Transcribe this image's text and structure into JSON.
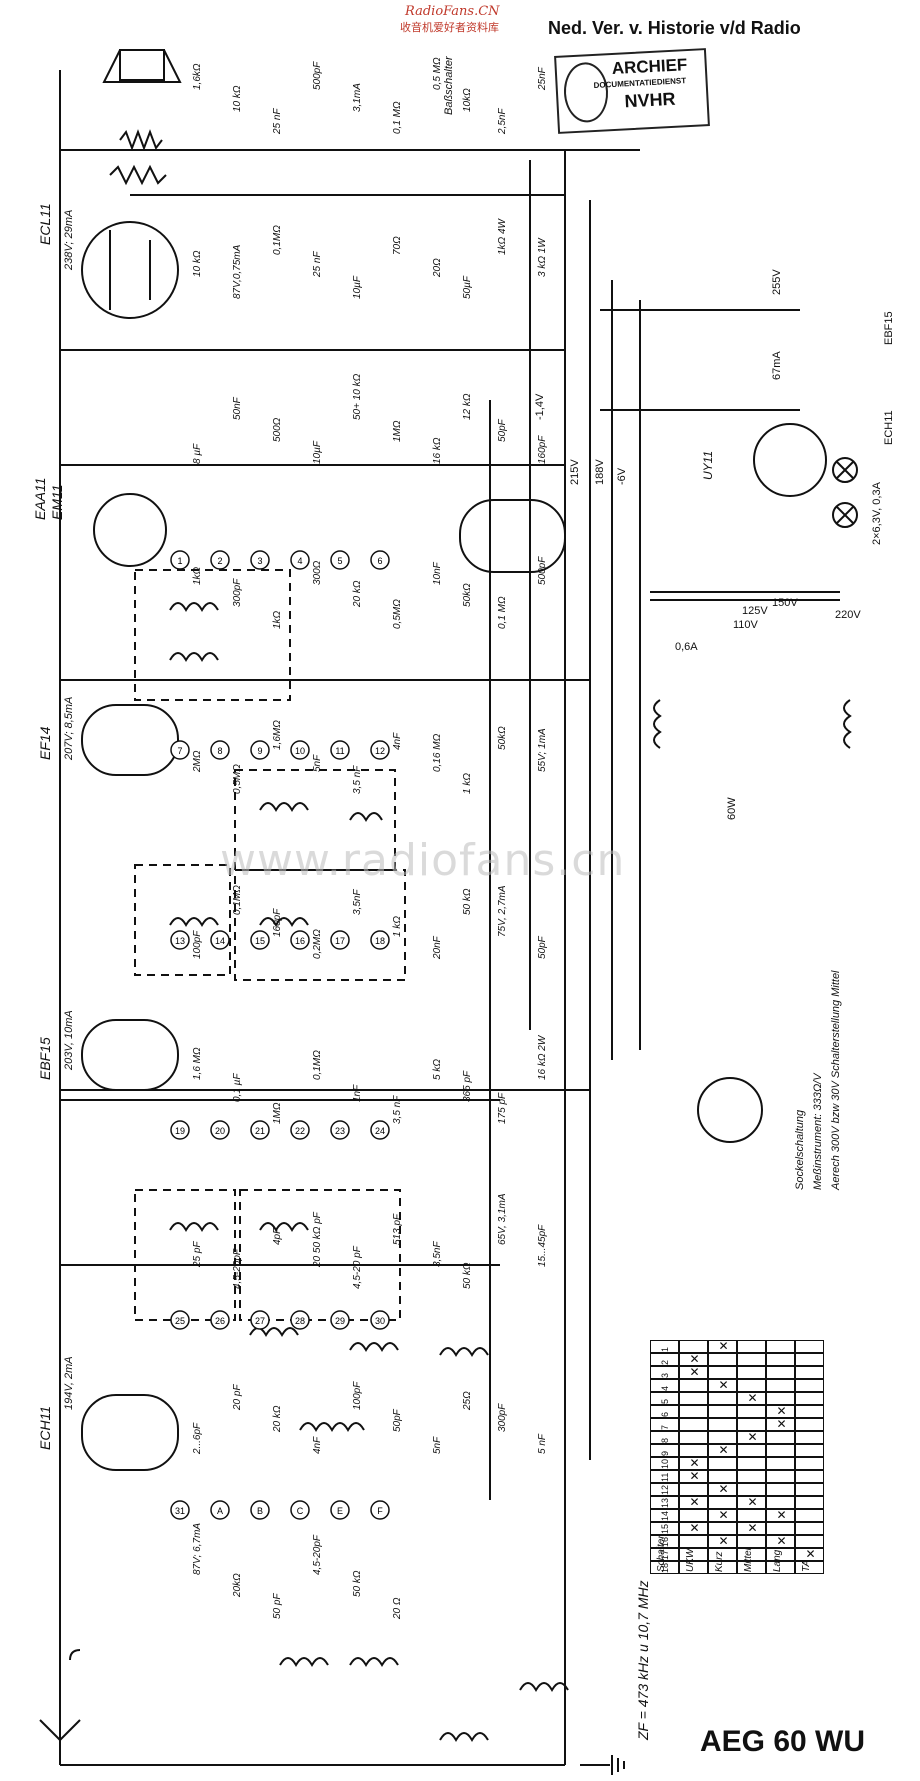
{
  "header": {
    "site_name": "RadioFans.CN",
    "site_subtitle": "收音机爱好者资料库",
    "archive_note": "Ned. Ver. v. Historie v/d Radio",
    "stamp_title": "ARCHIEF",
    "stamp_subtitle": "DOCUMENTATIEDIENST",
    "stamp_org": "NVHR"
  },
  "watermark": "www.radiofans.cn",
  "footer": {
    "model": "AEG 60 WU",
    "if_note": "ZF = 473 kHz u 10,7 MHz"
  },
  "tubes": [
    {
      "name": "ECL11",
      "op": "238V; 29mA"
    },
    {
      "name": "EAA11",
      "op": ""
    },
    {
      "name": "EM11",
      "op": ""
    },
    {
      "name": "EF14",
      "op": "207V; 8,5mA"
    },
    {
      "name": "EBF15",
      "op": "203V, 10mA"
    },
    {
      "name": "ECH11",
      "op": "194V, 2mA"
    },
    {
      "name": "UY11",
      "op": ""
    }
  ],
  "power": {
    "rails": [
      "215V",
      "188V",
      "-6V",
      "-1,4V",
      "255V"
    ],
    "mains": [
      "110V",
      "125V",
      "150V",
      "220V"
    ],
    "fuse": "0,6A",
    "lamp": "60W",
    "pilot": "2×6,3V, 0,3A",
    "supply_current": "67mA"
  },
  "labels": {
    "speaker_switch": "Baßschalter",
    "socket_title": "Sockelschaltung",
    "meter_note": "Meßinstrument: 333Ω/V",
    "range_note": "Aerech 300V bzw 30V   Schalterstellung Mittel",
    "ebf15_side": "EBF15",
    "ech11_side": "ECH11"
  },
  "parts": [
    "1,6kΩ",
    "10 kΩ",
    "25 nF",
    "500pF",
    "3,1mA",
    "0,1 MΩ",
    "0,5 MΩ",
    "10kΩ",
    "2,5nF",
    "25nF",
    "10 kΩ",
    "87V,0,75mA",
    "0,1MΩ",
    "25 nF",
    "10µF",
    "70Ω",
    "20Ω",
    "50µF",
    "1kΩ 4W",
    "3 kΩ 1W",
    "8 µF",
    "50nF",
    "500Ω",
    "10µF",
    "50+ 10 kΩ",
    "1MΩ",
    "16 kΩ",
    "12 kΩ",
    "50pF",
    "160pF",
    "1kΩ",
    "300pF",
    "1kΩ",
    "300Ω",
    "20 kΩ",
    "0,5MΩ",
    "10nF",
    "50kΩ",
    "0,1 MΩ",
    "500pF",
    "2MΩ",
    "0,5MΩ",
    "1,6MΩ",
    "5nF",
    "3,5 nF",
    "4nF",
    "0,16 MΩ",
    "1 kΩ",
    "50kΩ",
    "55V; 1mA",
    "100pF",
    "0,1MΩ",
    "160pF",
    "0,2MΩ",
    "3,5nF",
    "1 kΩ",
    "20nF",
    "50 kΩ",
    "75V, 2,7mA",
    "50pF",
    "1,6 MΩ",
    "0,1 µF",
    "1MΩ",
    "0,1MΩ",
    "1nF",
    "3,5 nF",
    "5 kΩ",
    "365 pF",
    "175 pF",
    "16 kΩ 2W",
    "25 pF",
    "4,5-20pF",
    "4pF",
    "20 50 kΩ pF",
    "4,5-20 pF",
    "513 pF",
    "3,5nF",
    "50 kΩ",
    "65V, 3,1mA",
    "15...45pF",
    "2...6pF",
    "20 pF",
    "20 kΩ",
    "4nF",
    "100pF",
    "50pF",
    "5nF",
    "25Ω",
    "300pF",
    "5 nF",
    "87V; 6,7mA",
    "20kΩ",
    "50 pF",
    "4,5-20pF",
    "50 kΩ",
    "20 Ω"
  ],
  "switch_table": {
    "rows": [
      "Schalter",
      "UKW",
      "Kurz",
      "Mittel",
      "Lang",
      "TA"
    ],
    "cols": [
      "1",
      "2",
      "3",
      "4",
      "5",
      "6",
      "7",
      "8",
      "9",
      "10",
      "11",
      "12",
      "13",
      "14",
      "15",
      "16",
      "17",
      "18"
    ],
    "marks": [
      [],
      [
        2,
        3,
        10,
        11,
        13,
        15
      ],
      [
        1,
        4,
        9,
        12,
        14,
        16
      ],
      [
        5,
        8,
        13,
        15
      ],
      [
        6,
        7,
        14,
        16
      ],
      [
        17
      ]
    ]
  },
  "circled_refs": [
    "1",
    "2",
    "3",
    "4",
    "5",
    "6",
    "7",
    "8",
    "9",
    "10",
    "11",
    "12",
    "13",
    "14",
    "15",
    "16",
    "17",
    "18",
    "19",
    "20",
    "21",
    "22",
    "23",
    "24",
    "25",
    "26",
    "27",
    "28",
    "29",
    "30",
    "31",
    "A",
    "B",
    "C",
    "E",
    "F"
  ]
}
